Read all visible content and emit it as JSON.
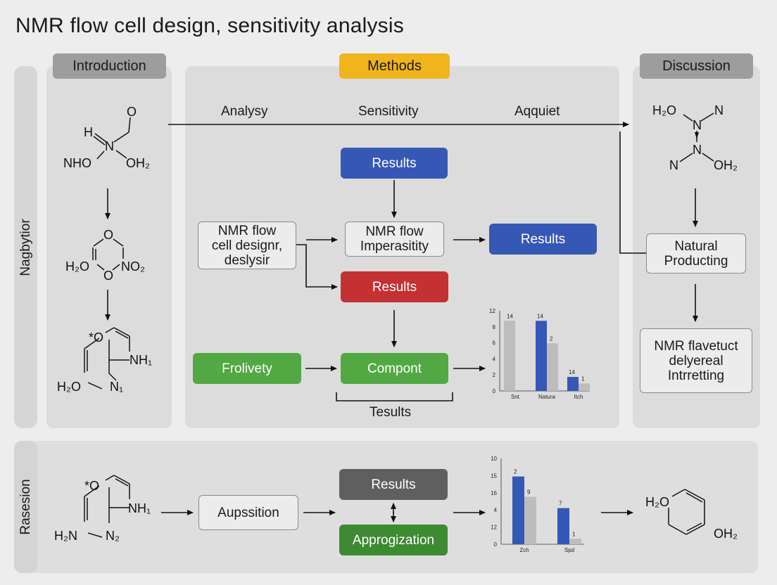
{
  "title": "NMR flow cell design, sensitivity analysis",
  "side_labels": {
    "top": "Nagbytior",
    "bottom": "Rasesion"
  },
  "headers": {
    "introduction": "Introduction",
    "methods": "Methods",
    "discussion": "Discussion"
  },
  "columns": {
    "analysy": "Analysy",
    "sensitivity": "Sensitivity",
    "aqquiet": "Aqquiet"
  },
  "methods": {
    "results_top": "Results",
    "nmr_flow_design": "NMR flow\ncell designr,\ndeslysir",
    "nmr_flow_imper": "NMR flow\nImperasitity",
    "results_right": "Results",
    "results_red": "Results",
    "frolivety": "Frolivety",
    "compont": "Compont",
    "tesults": "Tesults"
  },
  "discussion": {
    "natural_producting": "Natural\nProducting",
    "nmr_flavetuct": "NMR flavetuct\ndelyereal\nIntrretting"
  },
  "bottom_row": {
    "aupssition": "Aupssition",
    "results": "Results",
    "approgization": "Approgization"
  },
  "molecules": {
    "m1": {
      "top": "O",
      "h": "H",
      "n": "N",
      "left": "NHO",
      "right": "OH₂"
    },
    "m2": {
      "o_top": "O",
      "o_bottom": "O",
      "left": "H₂O",
      "right": "NO₂"
    },
    "m3": {
      "star_o": "*O",
      "nh": "NH₁",
      "left": "H₂O",
      "n": "N₁"
    },
    "m4": {
      "h2o": "H₂O",
      "n_right": "N",
      "n_mid": "N",
      "n_mid2": "N",
      "n_left": "N",
      "oh2": "OH₂"
    },
    "m5": {
      "star_o": "*O",
      "nh": "NH₁",
      "left": "H₂N",
      "n": "N₂"
    },
    "m6": {
      "left": "H₂O",
      "right": "OH₂"
    }
  },
  "colors": {
    "blue": "#3658b5",
    "gray": "#bdbdbd",
    "yellow": "#f0b41c",
    "red": "#c43131",
    "green": "#52a843"
  },
  "chart_data": [
    {
      "type": "bar",
      "categories": [
        "Snt",
        "Natura",
        "Itch"
      ],
      "series": [
        {
          "values": [
            null,
            14,
            2.8
          ]
        },
        {
          "values": [
            14,
            9.5,
            1.5
          ]
        }
      ],
      "data_labels": [
        "14",
        "14",
        "2",
        "14",
        "1"
      ],
      "yticks": [
        "0",
        "2",
        "4",
        "6",
        "8",
        "12"
      ],
      "ylim": [
        0,
        16
      ]
    },
    {
      "type": "bar",
      "categories": [
        "Zch",
        "Spd"
      ],
      "series": [
        {
          "values": [
            15,
            8
          ]
        },
        {
          "values": [
            10.5,
            1.2
          ]
        }
      ],
      "data_labels": [
        "2",
        "9",
        "7",
        "1"
      ],
      "yticks": [
        "0",
        "12",
        "4",
        "16",
        "15",
        "10"
      ],
      "ylim": [
        0,
        19
      ]
    }
  ]
}
